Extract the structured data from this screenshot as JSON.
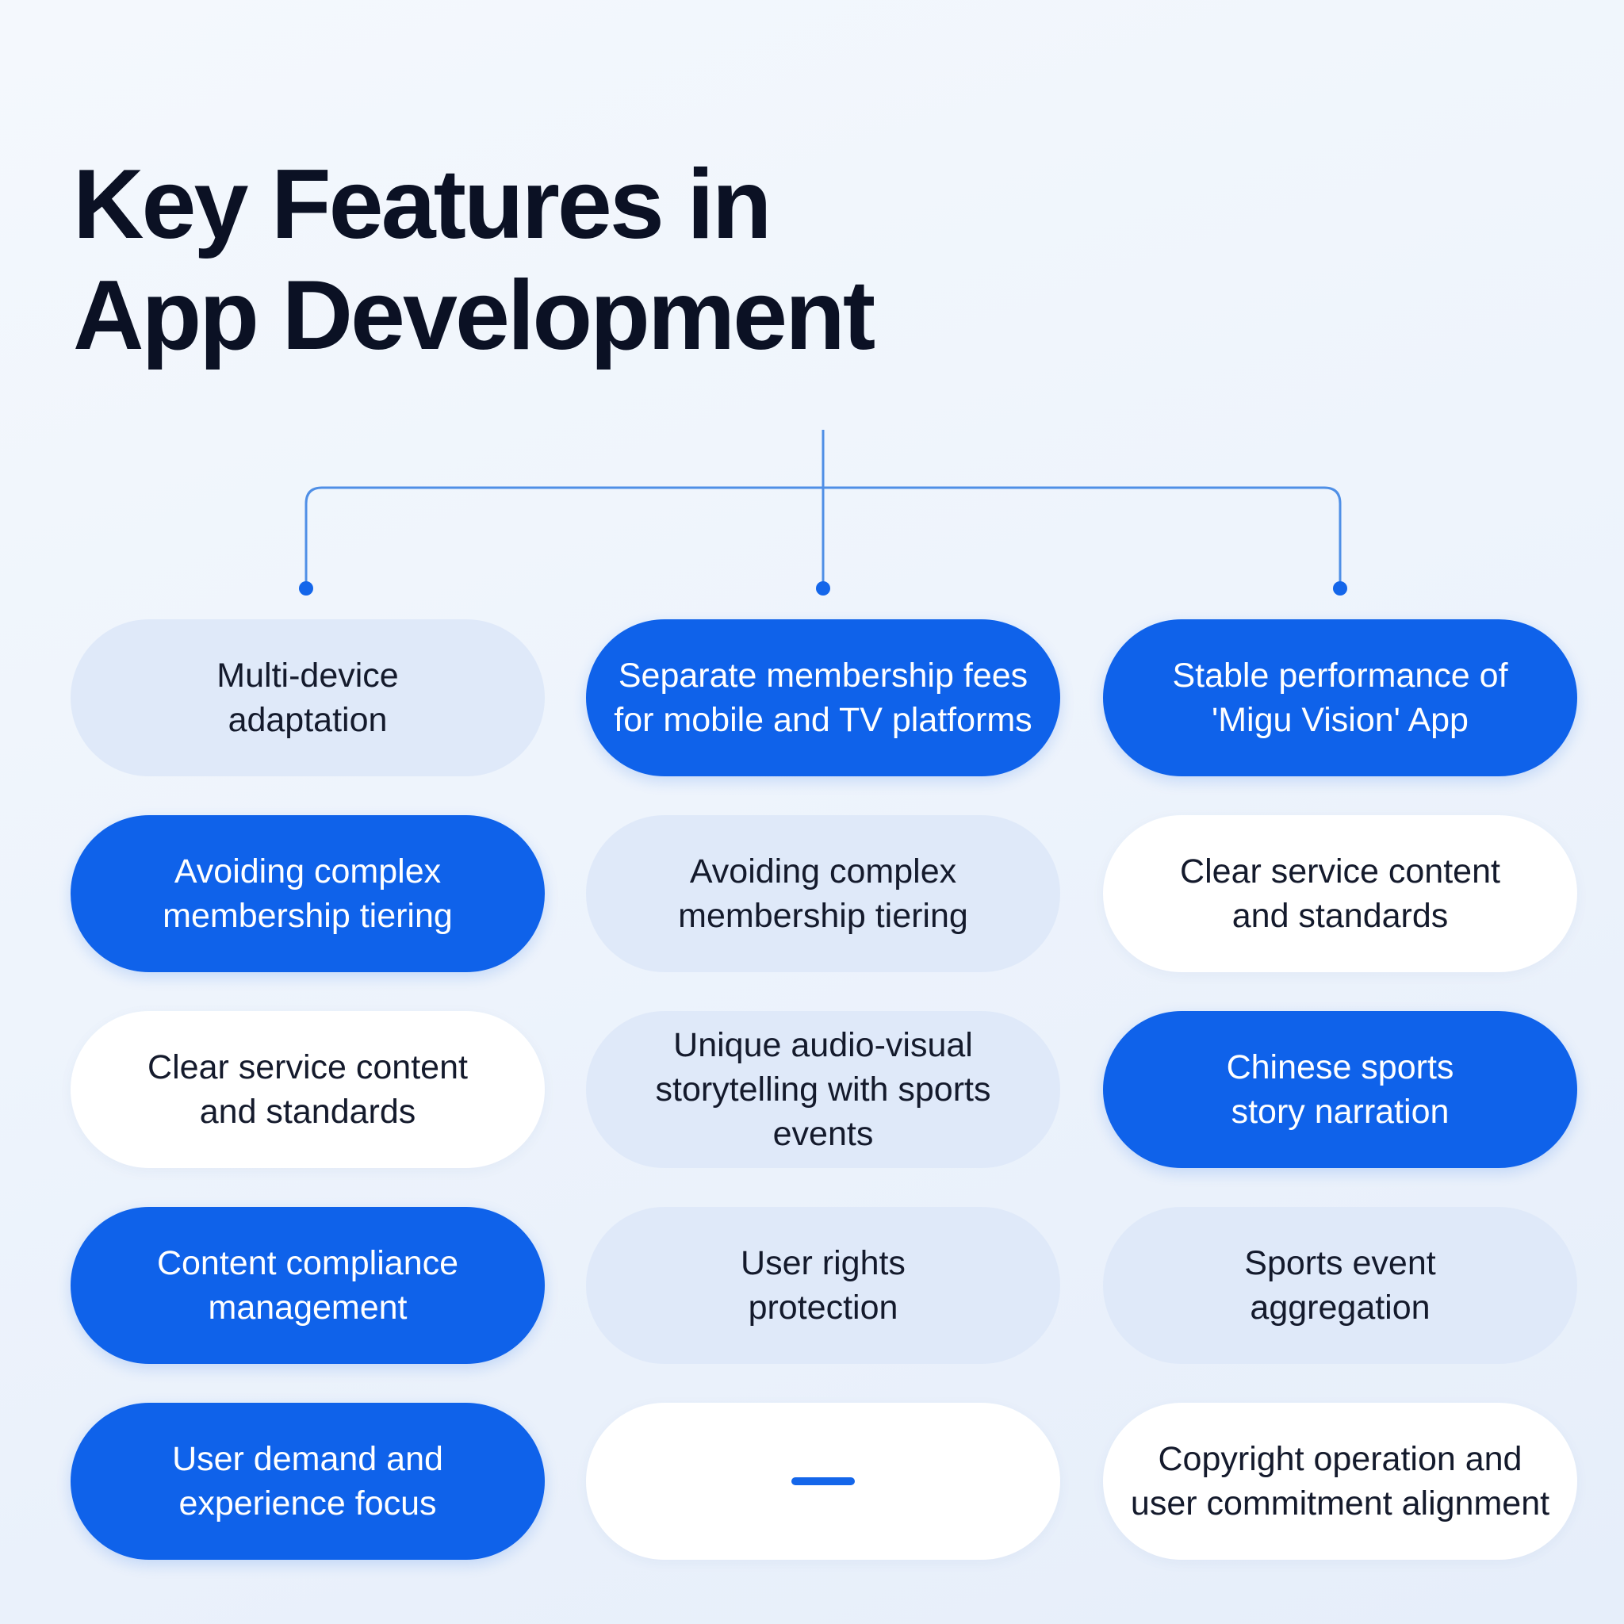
{
  "title_lines": [
    "Key Features in",
    "App Development"
  ],
  "colors": {
    "accent": "#0f62ea",
    "light_card": "#dfe9f9",
    "white_card": "#ffffff",
    "title_text": "#0b1124",
    "connector": "#4f8fe6"
  },
  "rows": [
    [
      {
        "text": "Multi-device\nadaptation",
        "style": "light"
      },
      {
        "text": "Separate membership fees\nfor mobile and TV platforms",
        "style": "blue"
      },
      {
        "text": "Stable performance of\n'Migu Vision' App",
        "style": "blue"
      }
    ],
    [
      {
        "text": "Avoiding complex\nmembership tiering",
        "style": "blue"
      },
      {
        "text": "Avoiding complex\nmembership tiering",
        "style": "light"
      },
      {
        "text": "Clear service content\nand standards",
        "style": "white"
      }
    ],
    [
      {
        "text": "Clear service content\nand standards",
        "style": "white"
      },
      {
        "text": "Unique audio-visual\nstorytelling with sports events",
        "style": "light"
      },
      {
        "text": "Chinese sports\nstory narration",
        "style": "blue"
      }
    ],
    [
      {
        "text": "Content compliance\nmanagement",
        "style": "blue"
      },
      {
        "text": "User rights\nprotection",
        "style": "light"
      },
      {
        "text": "Sports event\naggregation",
        "style": "light"
      }
    ],
    [
      {
        "text": "User demand and\nexperience focus",
        "style": "blue"
      },
      {
        "text": "",
        "style": "white",
        "placeholder": "dash"
      },
      {
        "text": "Copyright operation and\nuser commitment alignment",
        "style": "white"
      }
    ]
  ]
}
